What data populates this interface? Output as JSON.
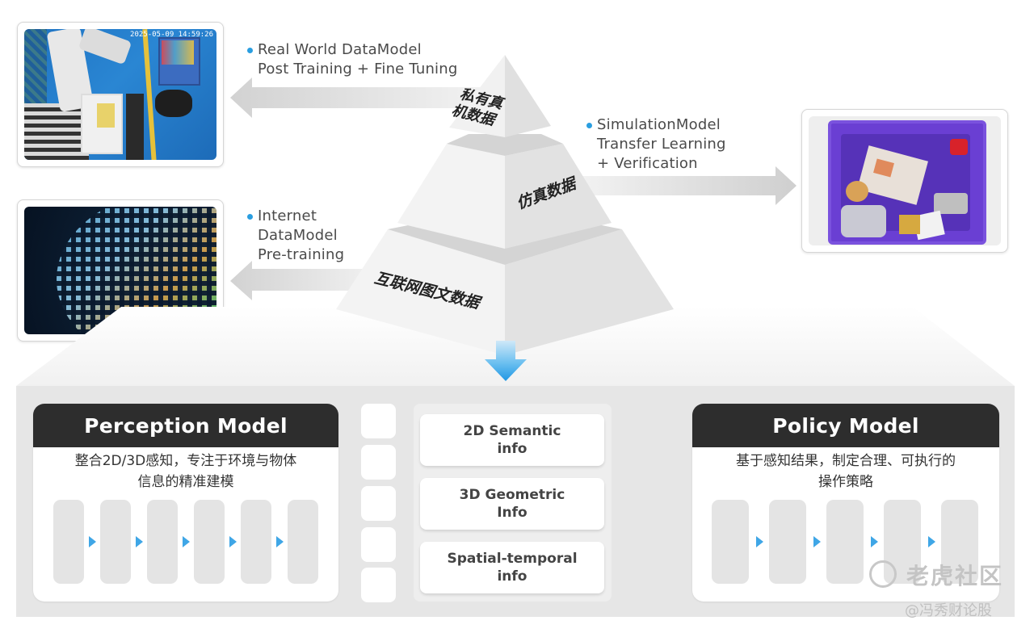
{
  "pyramid": {
    "tiers": [
      {
        "id": "top",
        "label": "私有真\n机数据",
        "label_line1": "私有真",
        "label_line2": "机数据"
      },
      {
        "id": "middle",
        "label": "仿真数据"
      },
      {
        "id": "bottom",
        "label": "互联网图文数据"
      }
    ]
  },
  "arrows": {
    "real_world": {
      "line1": "Real World DataModel",
      "line2": "Post Training + Fine Tuning",
      "direction": "left"
    },
    "simulation": {
      "line1": "SimulationModel",
      "line2": "Transfer Learning",
      "line3": "+ Verification",
      "direction": "right"
    },
    "internet": {
      "line1": "Internet",
      "line2": "DataModel",
      "line3": "Pre-training",
      "direction": "left"
    }
  },
  "photos": {
    "robot_camera": {
      "description": "robot-arm-workcell-camera",
      "timestamp": "2025-05-09 14:59:26"
    },
    "internet_globe": {
      "description": "globe-of-internet-images"
    },
    "sim_bin": {
      "description": "purple-bin-with-objects"
    }
  },
  "perception_model": {
    "title": "Perception Model",
    "desc_line1": "整合2D/3D感知，专注于环境与物体",
    "desc_line2": "信息的精准建模",
    "blocks": 6
  },
  "info_cards": [
    {
      "line1": "2D Semantic",
      "line2": "info"
    },
    {
      "line1": "3D Geometric",
      "line2": "Info"
    },
    {
      "line1": "Spatial-temporal",
      "line2": "info"
    }
  ],
  "policy_model": {
    "title": "Policy Model",
    "desc_line1": "基于感知结果，制定合理、可执行的",
    "desc_line2": "操作策略",
    "blocks": 5
  },
  "watermark": {
    "brand": "老虎社区",
    "author": "@冯秀财论股"
  },
  "colors": {
    "accent_blue": "#2a9ee0",
    "card_header": "#2d2d2d",
    "platform": "#e6e6e6"
  }
}
